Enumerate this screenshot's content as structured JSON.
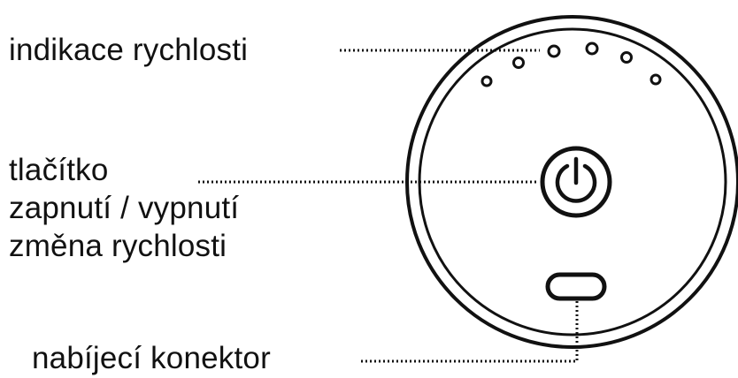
{
  "labels": {
    "speed_indicator": "indikace rychlosti",
    "power_button": [
      "tlačítko",
      "zapnutí / vypnutí",
      "změna rychlosti"
    ],
    "charging_connector": "nabíjecí konektor"
  },
  "device": {
    "speed_leds": 6,
    "icons": [
      "power-icon",
      "charging-port"
    ]
  },
  "colors": {
    "ink": "#111111",
    "background": "#ffffff"
  }
}
